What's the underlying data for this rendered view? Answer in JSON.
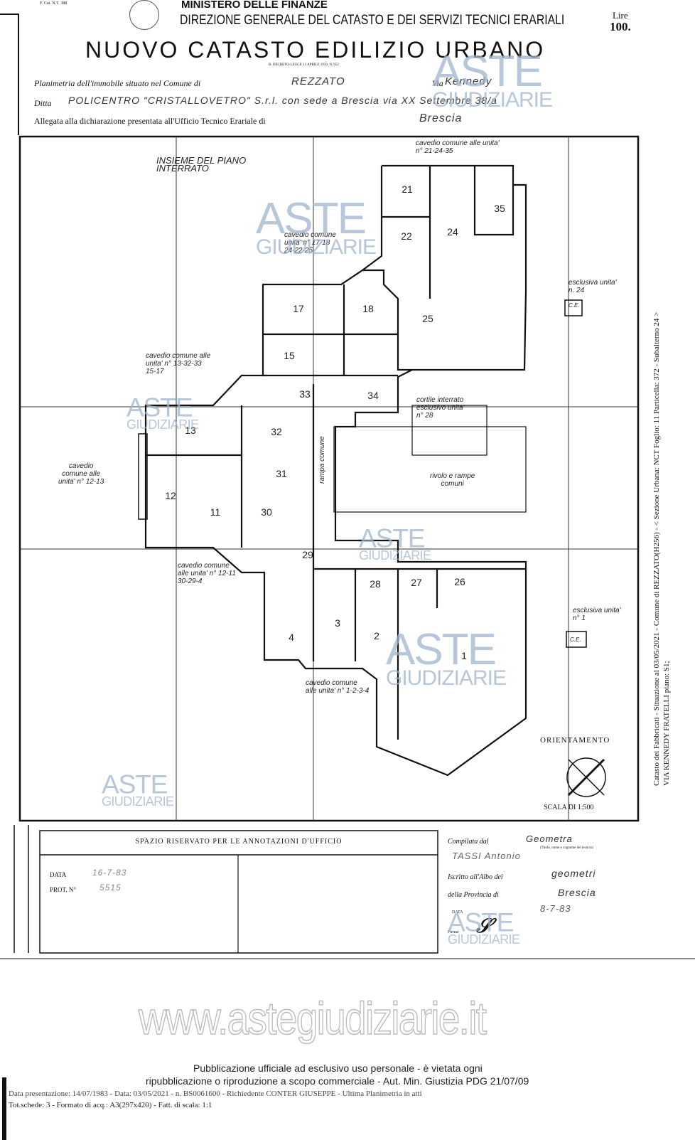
{
  "header": {
    "form_code": "F. Cat. N.T. 388",
    "ministry": "MINISTERO DELLE FINANZE",
    "direction": "DIREZIONE GENERALE DEL CATASTO E DEI SERVIZI TECNICI ERARIALI",
    "stamp_label": "Lire",
    "stamp_value": "100.",
    "title": "NUOVO CATASTO EDILIZIO URBANO",
    "decree": "R. DECRETO-LEGGE 13 APRILE 1939, N. 652",
    "row1_label": "Planimetria dell'immobile situato nel Comune di",
    "row1_value": "REZZATO",
    "row1_via_label": "Via",
    "row1_via_value": "Kennedy",
    "row2_label": "Ditta",
    "row2_value": "POLICENTRO \"CRISTALLOVETRO\"   S.r.l. con sede a Brescia via XX Settembre 38/a",
    "row3_label": "Allegata alla dichiarazione presentata all'Ufficio Tecnico Erariale di",
    "row3_value": "Brescia"
  },
  "plan": {
    "title": "INSIEME DEL PIANO\nINTERRATO",
    "rooms": [
      "21",
      "35",
      "22",
      "24",
      "25",
      "17",
      "18",
      "15",
      "33",
      "34",
      "32",
      "13",
      "31",
      "12",
      "11",
      "30",
      "29",
      "28",
      "27",
      "26",
      "4",
      "3",
      "2",
      "1"
    ],
    "notes": {
      "cavedio_top": "cavedio comune alle unita'\nn° 21-24-35",
      "cavedio_mid": "cavedio comune\nunita' n° 17-18\n24-22-25",
      "cavedio_left": "cavedio comune alle\nunita' n° 13-32-33\n15-17",
      "cavedio_1213": "cavedio\ncomune alle\nunita' n° 12-13",
      "cavedio_30": "cavedio comune\nalle unita' n° 12-11\n30-29-4",
      "cavedio_bottom": "cavedio comune\nalle unita' n° 1-2-3-4",
      "esclusiva_24": "esclusiva unita'\nn. 24",
      "esclusiva_1": "esclusiva unita'\nn° 1",
      "cortile": "cortile interrato\nesclusivo unita'\nn° 28",
      "rampa": "rampa comune",
      "rampe": "rivolo e rampe\ncomuni",
      "ce": "C.E."
    },
    "orientation_label": "ORIENTAMENTO",
    "scale_label": "SCALA DI 1:500"
  },
  "office": {
    "box_title": "SPAZIO RISERVATO PER LE ANNOTAZIONI D'UFFICIO",
    "date_label": "DATA",
    "date_value": "16-7-83",
    "prot_label": "PROT. N°",
    "prot_value": "5515"
  },
  "compiler": {
    "compiled_label": "Compilata dal",
    "compiled_value": "Geometra",
    "name_hint": "(Titolo, nome e cognome del tecnico)",
    "name_value": "TASSI Antonio",
    "albo_label": "Iscritto all'Albo dei",
    "albo_value": "geometri",
    "province_label": "della Provincia di",
    "province_value": "Brescia",
    "date_label": "DATA",
    "date_value": "8-7-83",
    "signature_label": "Firma:"
  },
  "side_text": {
    "line1": "Catasto dei Fabbricati - Situazione al 03/05/2021 - Comune di REZZATO(H256) - < Sezione Urbana: NCT Foglio: 11 Particella: 372 - Subalterno 24 >",
    "line2": "VIA KENNEDY FRATELLI piano: S1;"
  },
  "watermark": {
    "aste": "ASTE",
    "giudiziarie": "GIUDIZIARIE",
    "url": "www.astegiudiziarie.it",
    "notice1": "Pubblicazione ufficiale ad esclusivo uso personale - è vietata ogni",
    "notice2": "ripubblicazione o riproduzione a scopo commerciale - Aut. Min. Giustizia PDG 21/07/09"
  },
  "footer": {
    "line1": "Data presentazione: 14/07/1983 - Data: 03/05/2021 - n. BS0061600 - Richiedente CONTER GIUSEPPE - Ultima Planimetria in atti",
    "line2": "Tot.schede: 3 - Formato di acq.: A3(297x420) - Fatt. di scala: 1:1"
  }
}
